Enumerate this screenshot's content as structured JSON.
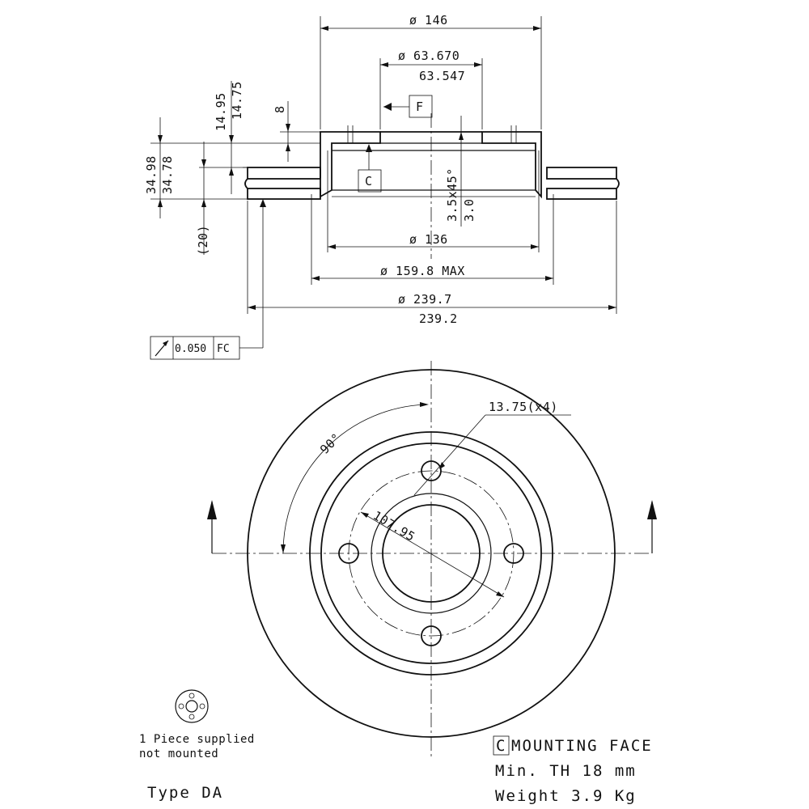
{
  "section_view": {
    "dims": {
      "d146": "ø 146",
      "d63_max": "ø 63.670",
      "d63_min": "63.547",
      "h14_95": "14.95",
      "h14_75": "14.75",
      "h8": "8",
      "h34_98": "34.98",
      "h34_78": "34.78",
      "h20": "(20)",
      "chamfer": "3.5x45°",
      "h3_0": "3.0",
      "d136": "ø 136",
      "d159": "ø 159.8 MAX",
      "d239_max": "ø 239.7",
      "d239_min": "239.2"
    },
    "datum_f": "F",
    "datum_c": "C",
    "tolerance": {
      "value": "0.050",
      "datums": "FC"
    }
  },
  "front_view": {
    "hole_callout": "13.75(x4)",
    "pcd": "107.95",
    "angle": "90°"
  },
  "notes": {
    "piece_line1": "1 Piece supplied",
    "piece_line2": "not mounted",
    "type": "Type DA",
    "mounting_box": "C",
    "mounting_text": "MOUNTING FACE",
    "min_th": "Min. TH 18 mm",
    "weight": "Weight 3.9 Kg"
  }
}
